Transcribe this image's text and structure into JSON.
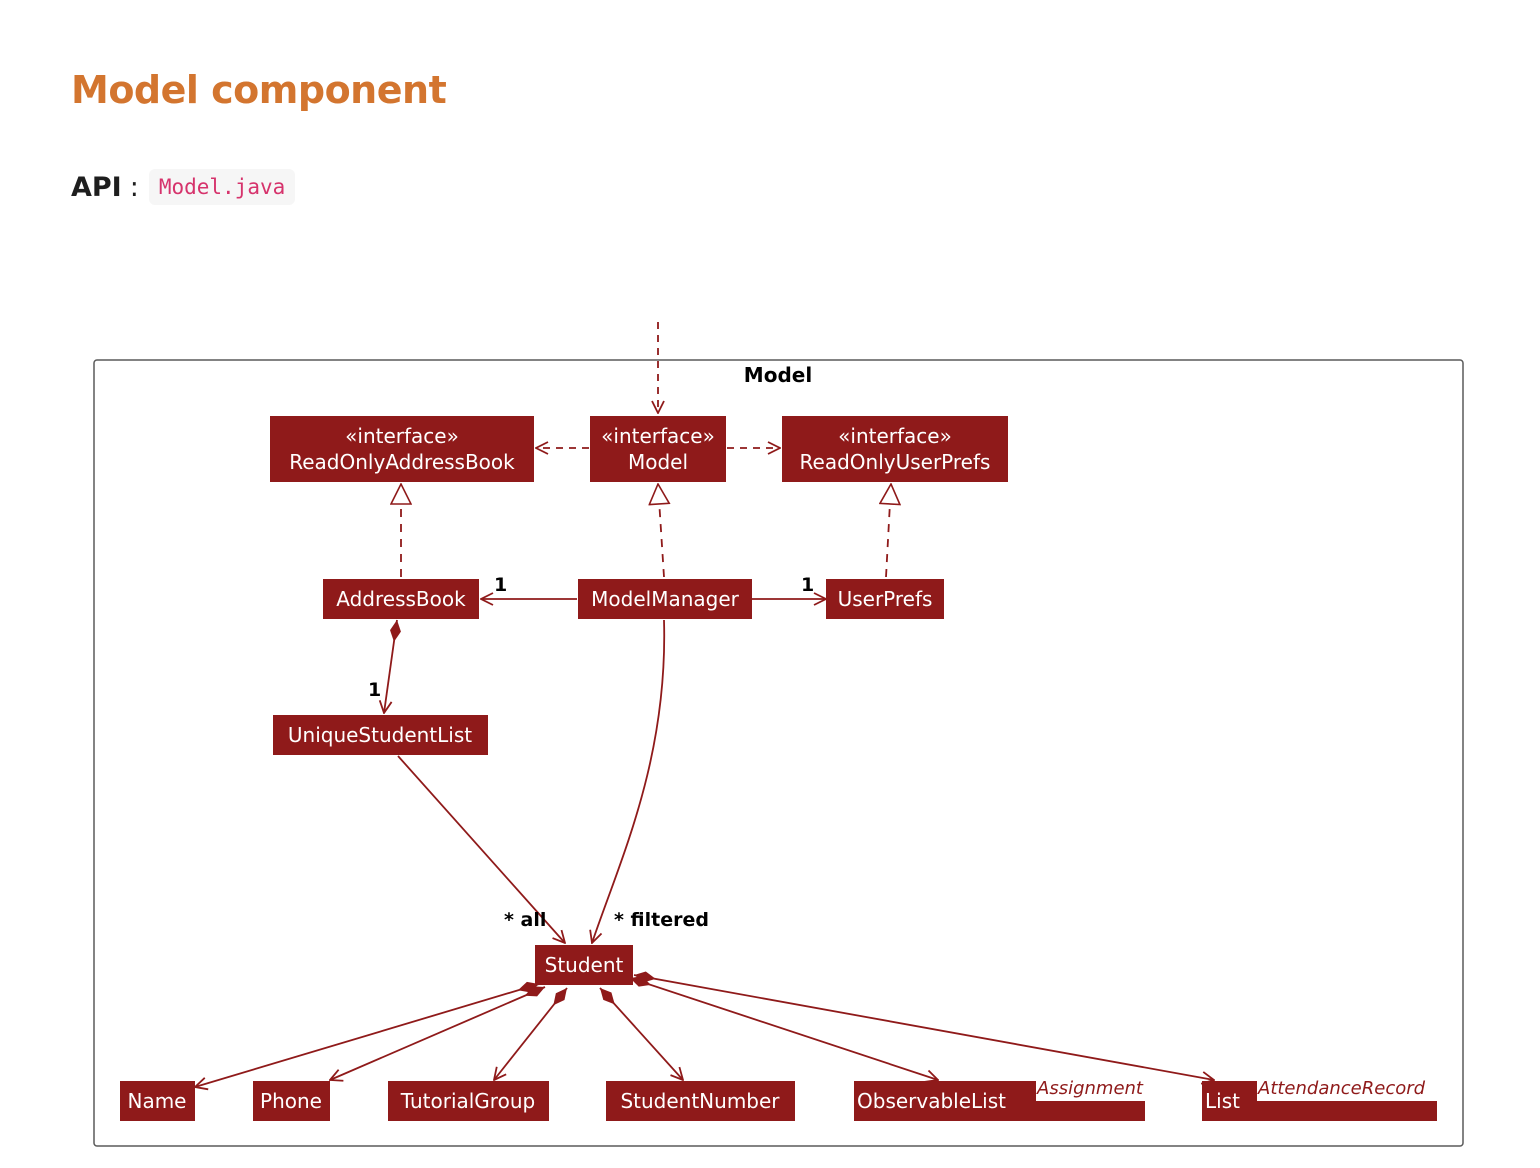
{
  "page": {
    "title": "Model component",
    "api_label": "API",
    "api_separator": ":",
    "api_link": "Model.java"
  },
  "colors": {
    "title": "#d3752f",
    "node_fill": "#8f1a1a",
    "edge": "#8f1a1a",
    "code_text": "#d6336c"
  },
  "diagram": {
    "package": "Model",
    "nodes": {
      "readonly_addressbook": [
        "«interface»",
        "ReadOnlyAddressBook"
      ],
      "model": [
        "«interface»",
        "Model"
      ],
      "readonly_userprefs": [
        "«interface»",
        "ReadOnlyUserPrefs"
      ],
      "addressbook": "AddressBook",
      "modelmanager": "ModelManager",
      "userprefs": "UserPrefs",
      "uniquestudentlist": "UniqueStudentList",
      "student": "Student",
      "name": "Name",
      "phone": "Phone",
      "tutorialgroup": "TutorialGroup",
      "studentnumber": "StudentNumber",
      "observablelist": "ObservableList",
      "list": "List"
    },
    "generics": {
      "observablelist": "Assignment",
      "list": "AttendanceRecord"
    },
    "multiplicities": {
      "addressbook": "1",
      "userprefs": "1",
      "uniquestudentlist": "1",
      "student_all": "* all",
      "student_filtered": "* filtered"
    }
  }
}
